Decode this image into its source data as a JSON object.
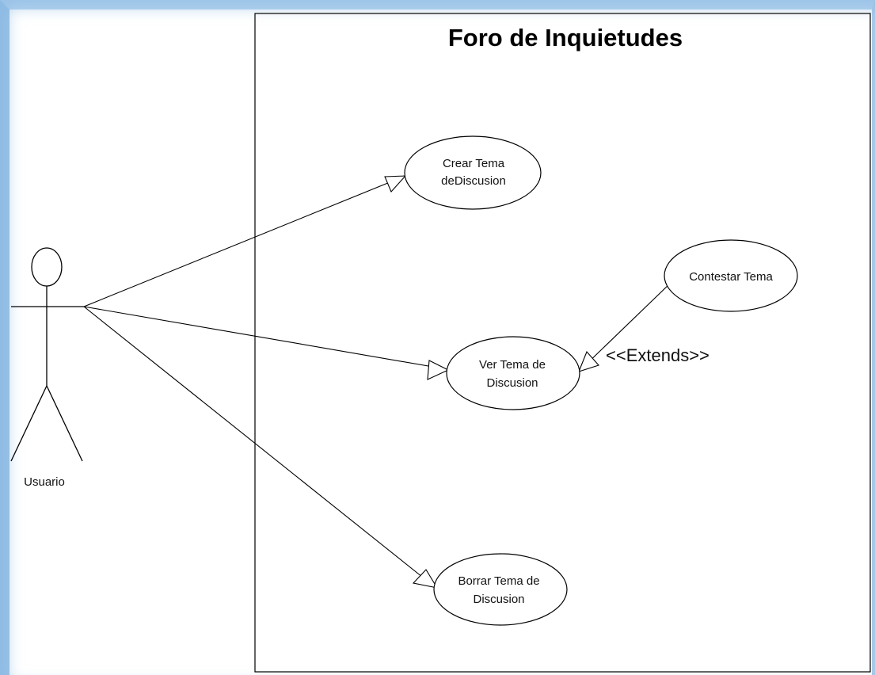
{
  "diagram": {
    "system_title": "Foro de Inquietudes",
    "actor": {
      "name": "Usuario"
    },
    "use_cases": {
      "crear": {
        "line1": "Crear Tema",
        "line2": "deDiscusion"
      },
      "ver": {
        "line1": "Ver Tema de",
        "line2": "Discusion"
      },
      "borrar": {
        "line1": "Borrar Tema de",
        "line2": "Discusion"
      },
      "contestar": {
        "line1": "Contestar Tema"
      }
    },
    "relationship_label": "<<Extends>>"
  },
  "colors": {
    "line": "#000000",
    "frame_border": "#9cc3e6"
  }
}
